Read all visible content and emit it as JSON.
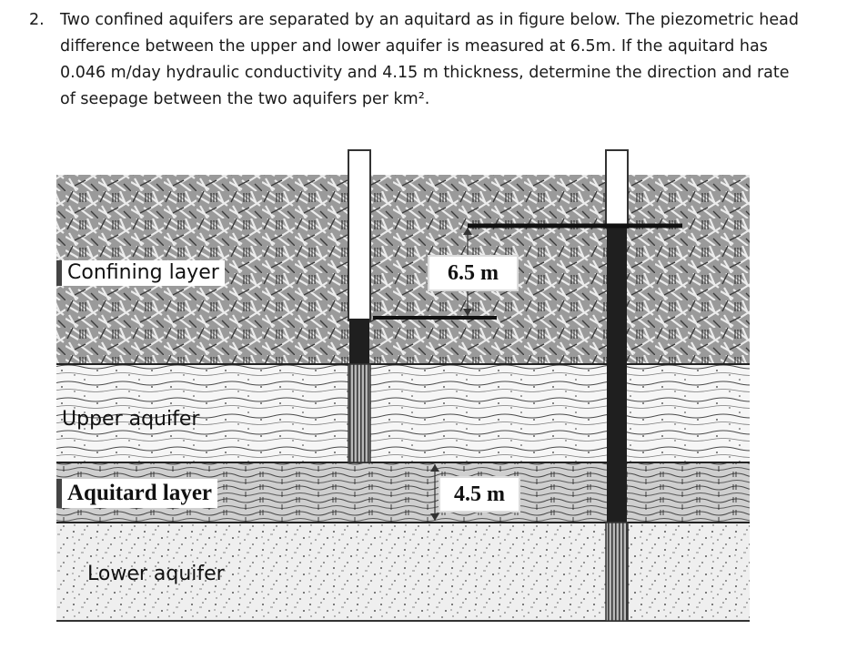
{
  "question": {
    "number": "2.",
    "text": "Two confined aquifers are separated by an aquitard as in figure below. The piezometric head difference between the upper and lower aquifer is measured at 6.5m. If the aquitard has 0.046 m/day hydraulic conductivity and 4.15 m thickness, determine the direction and rate of seepage between the two aquifers per km²."
  },
  "figure": {
    "labels": {
      "confining_layer": "Confining layer",
      "upper_aquifer": "Upper aquifer",
      "aquitard_layer": "Aquitard layer",
      "lower_aquifer": "Lower aquifer",
      "head_difference": "6.5 m",
      "aquitard_thickness": "4.5 m"
    },
    "colors": {
      "confining_pattern": "#8a8a8a",
      "upper_aquifer": "#f2f2f2",
      "aquitard": "#c8c8c8",
      "lower_aquifer": "#eeeeee",
      "water_column": "#1f1f1f"
    }
  }
}
